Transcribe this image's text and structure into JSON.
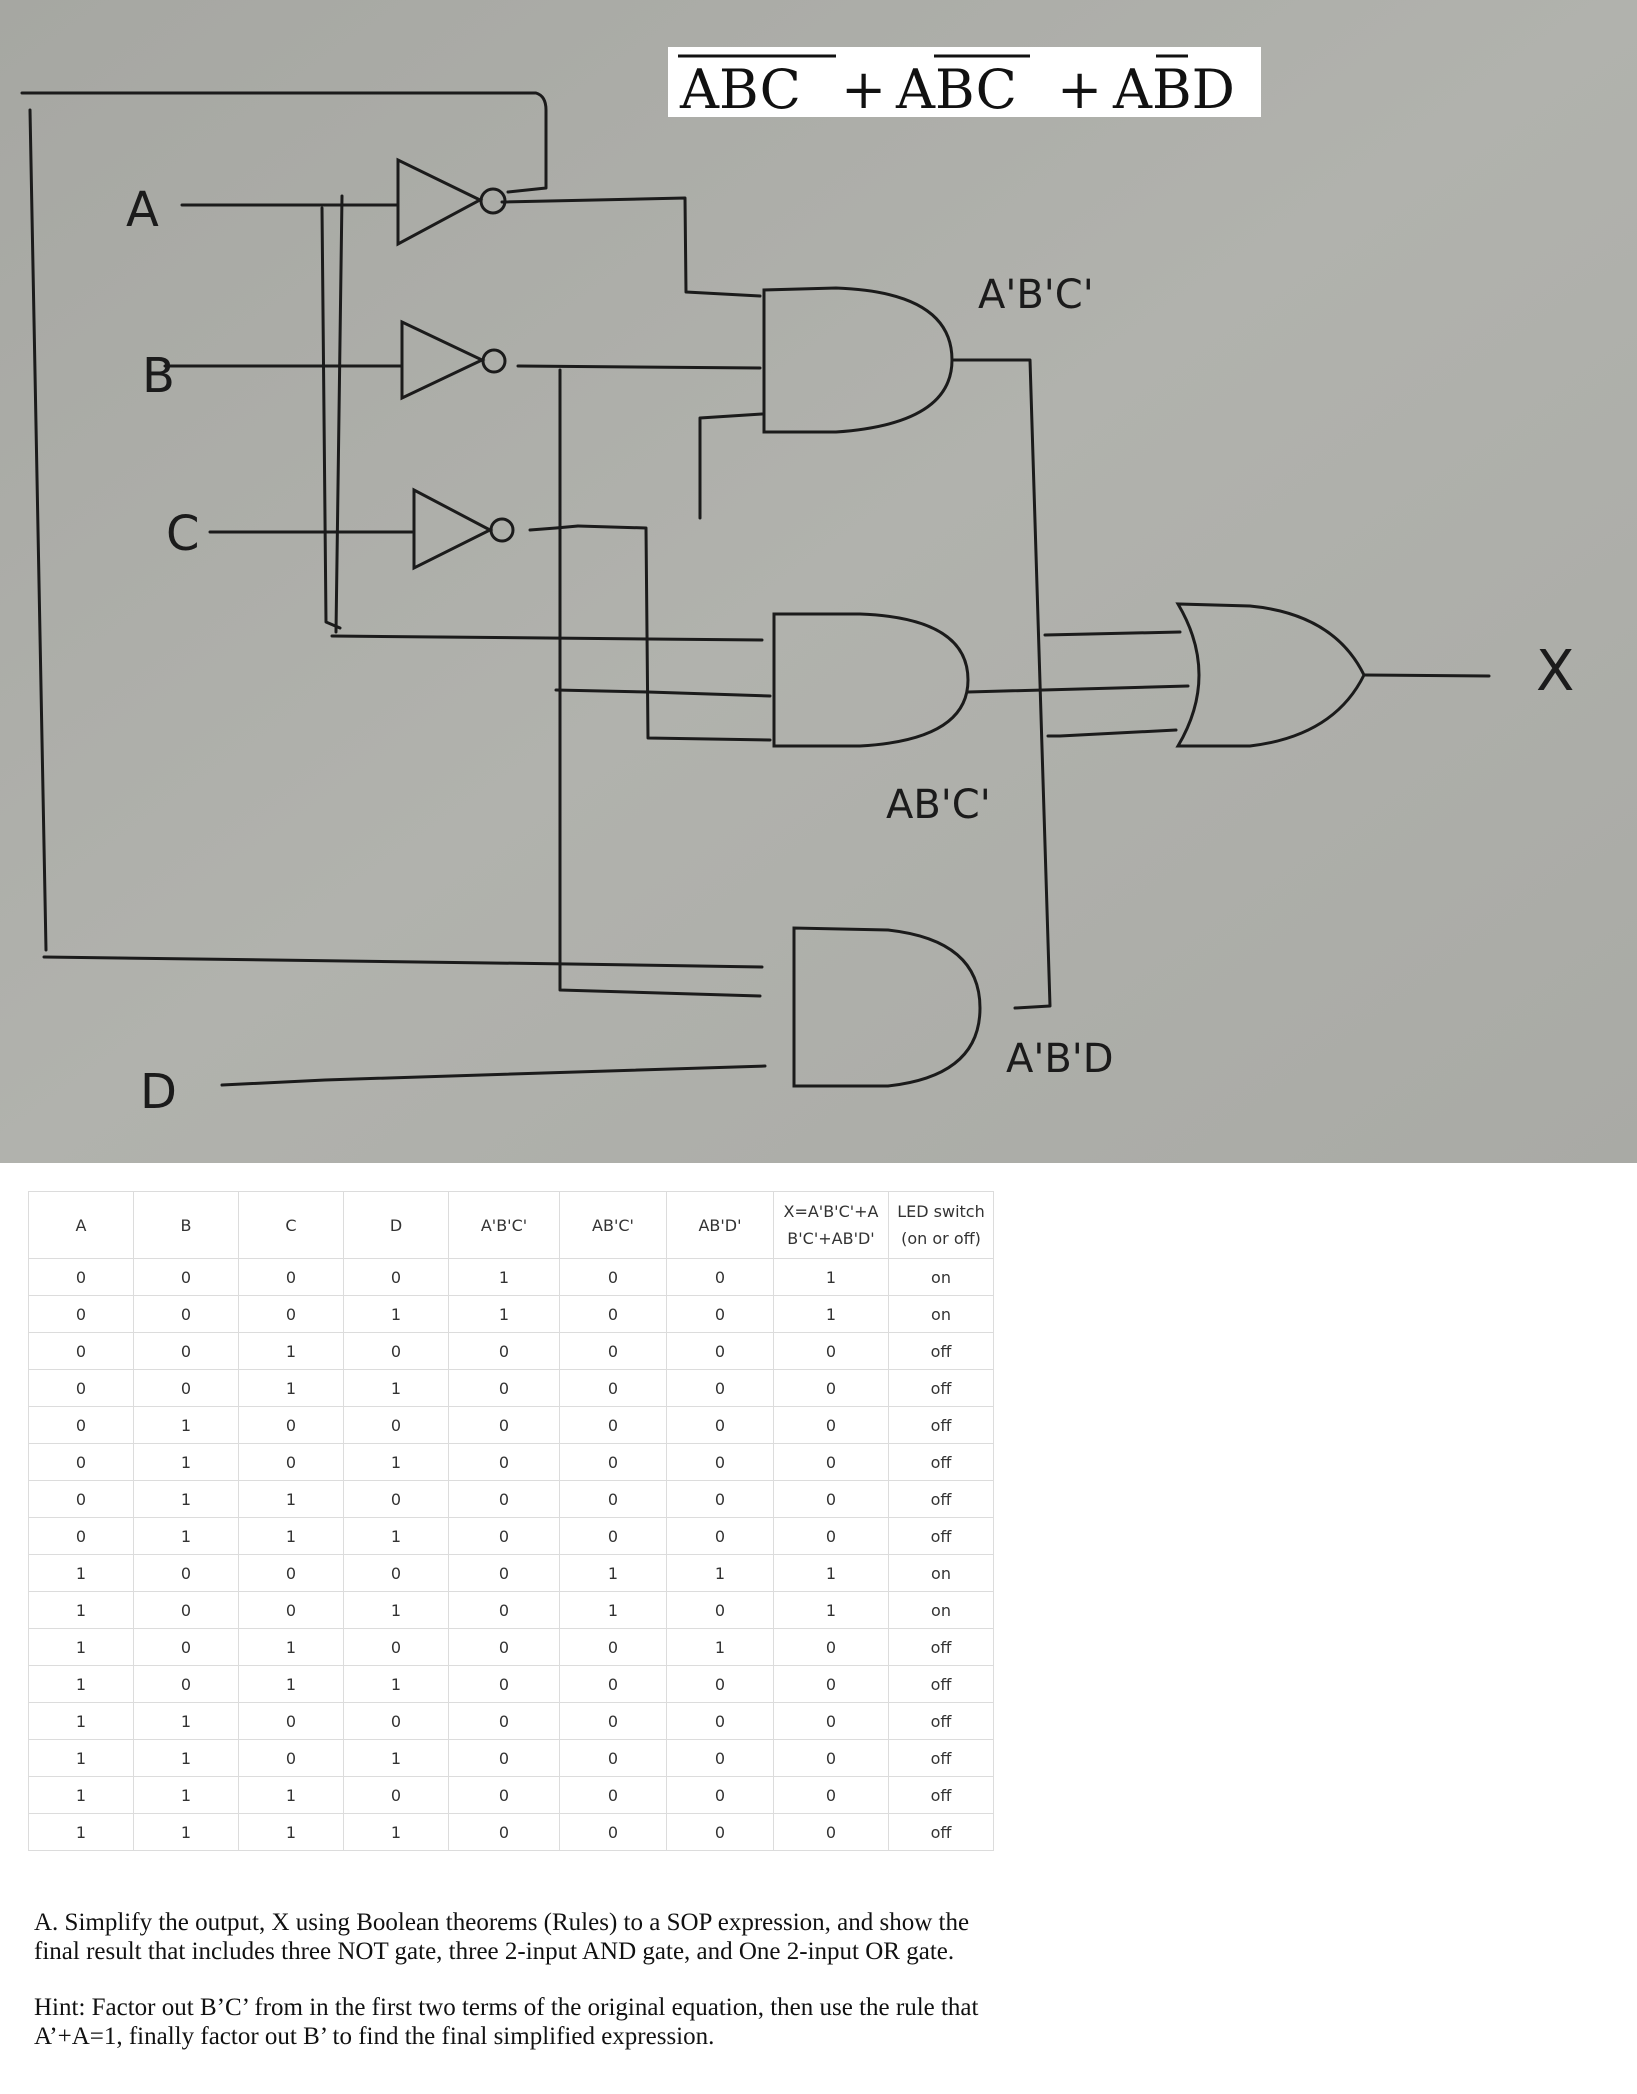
{
  "expression": {
    "terms": [
      "ABC",
      "ABC",
      "ABD"
    ],
    "operator": "+"
  },
  "circuit": {
    "inputs": [
      "A",
      "B",
      "C",
      "D"
    ],
    "gate_labels": [
      "A'B'C'",
      "AB'C'",
      "A'B'D"
    ],
    "output": "X"
  },
  "table": {
    "headers": [
      "A",
      "B",
      "C",
      "D",
      "A'B'C'",
      "AB'C'",
      "AB'D'",
      "X=A'B'C'+A B'C'+AB'D'",
      "LED switch (on or off)"
    ],
    "rows": [
      [
        "0",
        "0",
        "0",
        "0",
        "1",
        "0",
        "0",
        "1",
        "on"
      ],
      [
        "0",
        "0",
        "0",
        "1",
        "1",
        "0",
        "0",
        "1",
        "on"
      ],
      [
        "0",
        "0",
        "1",
        "0",
        "0",
        "0",
        "0",
        "0",
        "off"
      ],
      [
        "0",
        "0",
        "1",
        "1",
        "0",
        "0",
        "0",
        "0",
        "off"
      ],
      [
        "0",
        "1",
        "0",
        "0",
        "0",
        "0",
        "0",
        "0",
        "off"
      ],
      [
        "0",
        "1",
        "0",
        "1",
        "0",
        "0",
        "0",
        "0",
        "off"
      ],
      [
        "0",
        "1",
        "1",
        "0",
        "0",
        "0",
        "0",
        "0",
        "off"
      ],
      [
        "0",
        "1",
        "1",
        "1",
        "0",
        "0",
        "0",
        "0",
        "off"
      ],
      [
        "1",
        "0",
        "0",
        "0",
        "0",
        "1",
        "1",
        "1",
        "on"
      ],
      [
        "1",
        "0",
        "0",
        "1",
        "0",
        "1",
        "0",
        "1",
        "on"
      ],
      [
        "1",
        "0",
        "1",
        "0",
        "0",
        "0",
        "1",
        "0",
        "off"
      ],
      [
        "1",
        "0",
        "1",
        "1",
        "0",
        "0",
        "0",
        "0",
        "off"
      ],
      [
        "1",
        "1",
        "0",
        "0",
        "0",
        "0",
        "0",
        "0",
        "off"
      ],
      [
        "1",
        "1",
        "0",
        "1",
        "0",
        "0",
        "0",
        "0",
        "off"
      ],
      [
        "1",
        "1",
        "1",
        "0",
        "0",
        "0",
        "0",
        "0",
        "off"
      ],
      [
        "1",
        "1",
        "1",
        "1",
        "0",
        "0",
        "0",
        "0",
        "off"
      ]
    ]
  },
  "question": {
    "line1": "A. Simplify the output, X using Boolean theorems (Rules) to a SOP expression, and show the",
    "line2": "final result that includes three NOT gate, three 2-input AND gate, and One 2-input OR gate."
  },
  "hint": {
    "line1": "Hint: Factor out B’C’ from in the first two terms of the original equation, then use the rule that",
    "line2": "A’+A=1, finally factor out B’ to find the final simplified expression."
  }
}
